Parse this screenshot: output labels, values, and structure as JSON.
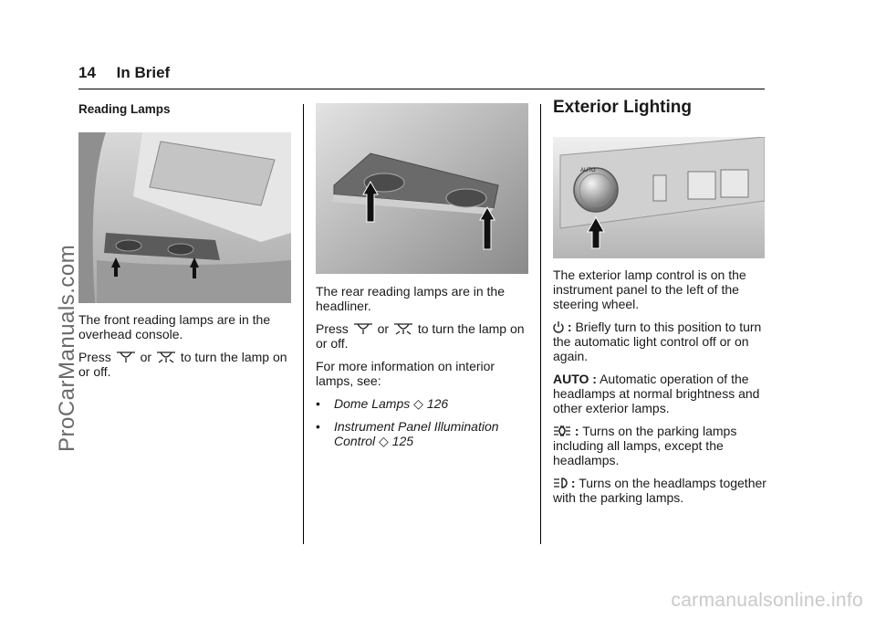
{
  "header": {
    "page_number": "14",
    "section": "In Brief"
  },
  "col1": {
    "subhead": "Reading Lamps",
    "para1": "The front reading lamps are in the overhead console.",
    "para2_pre": "Press",
    "para2_mid": "or",
    "para2_post": "to turn the lamp on or off."
  },
  "col2": {
    "para1": "The rear reading lamps are in the headliner.",
    "para2_pre": "Press",
    "para2_mid": "or",
    "para2_post": "to turn the lamp on or off.",
    "para3": "For more information on interior lamps, see:",
    "bullets": [
      {
        "dot": "•",
        "text": "Dome Lamps",
        "ref": "126"
      },
      {
        "dot": "•",
        "text": "Instrument Panel Illumination Control",
        "ref": "125"
      }
    ]
  },
  "col3": {
    "title": "Exterior Lighting",
    "para1": "The exterior lamp control is on the instrument panel to the left of the steering wheel.",
    "item1_label": ":",
    "item1_text": "Briefly turn to this position to turn the automatic light control off or on again.",
    "item2_label": "AUTO :",
    "item2_text": "Automatic operation of the headlamps at normal brightness and other exterior lamps.",
    "item3_label": ":",
    "item3_text": "Turns on the parking lamps including all lamps, except the headlamps.",
    "item4_label": ":",
    "item4_text": "Turns on the headlamps together with the parking lamps.",
    "knob_label": "AUTO"
  },
  "ref_symbol": "◇",
  "watermarks": {
    "side": "ProCarManuals.com",
    "bottom": "carmanualsonline.info"
  }
}
